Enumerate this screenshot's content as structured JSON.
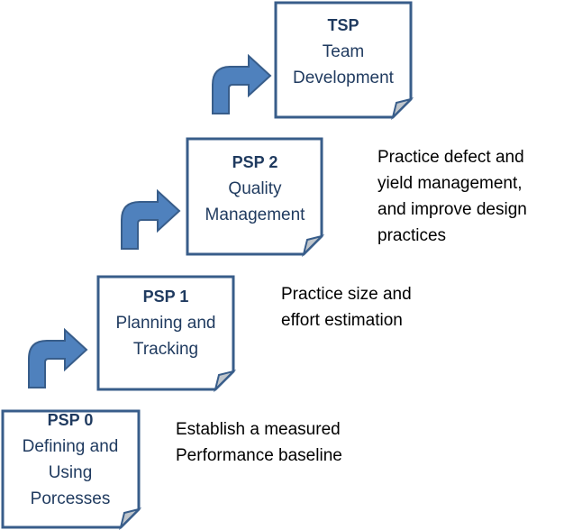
{
  "colors": {
    "border": "#385d8a",
    "arrow_fill": "#4f81bd",
    "fold": "#c0c6cc",
    "text": "#1f3a5f"
  },
  "stages": [
    {
      "title": "PSP 0",
      "lines": [
        "Defining and",
        "Using",
        "Porcesses"
      ],
      "description": [
        "Establish a measured",
        "Performance baseline"
      ]
    },
    {
      "title": "PSP 1",
      "lines": [
        "Planning and",
        "Tracking"
      ],
      "description": [
        "Practice size and",
        "effort estimation"
      ]
    },
    {
      "title": "PSP 2",
      "lines": [
        "Quality",
        "Management"
      ],
      "description": [
        "Practice defect and",
        "yield management,",
        "and improve design",
        "practices"
      ]
    },
    {
      "title": "TSP",
      "lines": [
        "Team",
        "Development"
      ],
      "description": []
    }
  ]
}
